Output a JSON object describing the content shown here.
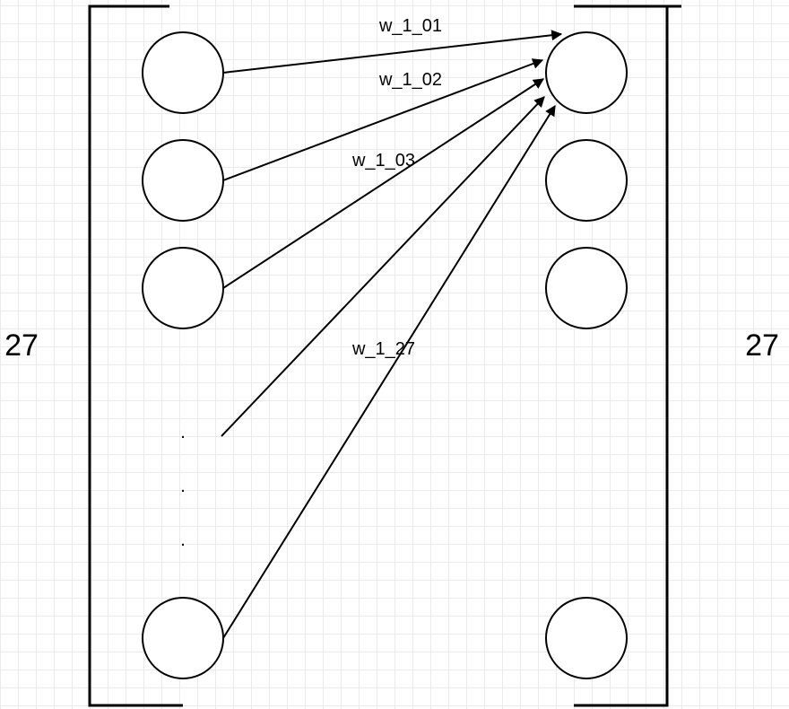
{
  "layers": {
    "input": {
      "count_label": "27"
    },
    "output": {
      "count_label": "27"
    }
  },
  "ellipsis": ".",
  "weights": [
    {
      "id": "w01",
      "label": "w_1_01"
    },
    {
      "id": "w02",
      "label": "w_1_02"
    },
    {
      "id": "w03",
      "label": "w_1_03"
    },
    {
      "id": "w27",
      "label": "w_1_27"
    }
  ]
}
